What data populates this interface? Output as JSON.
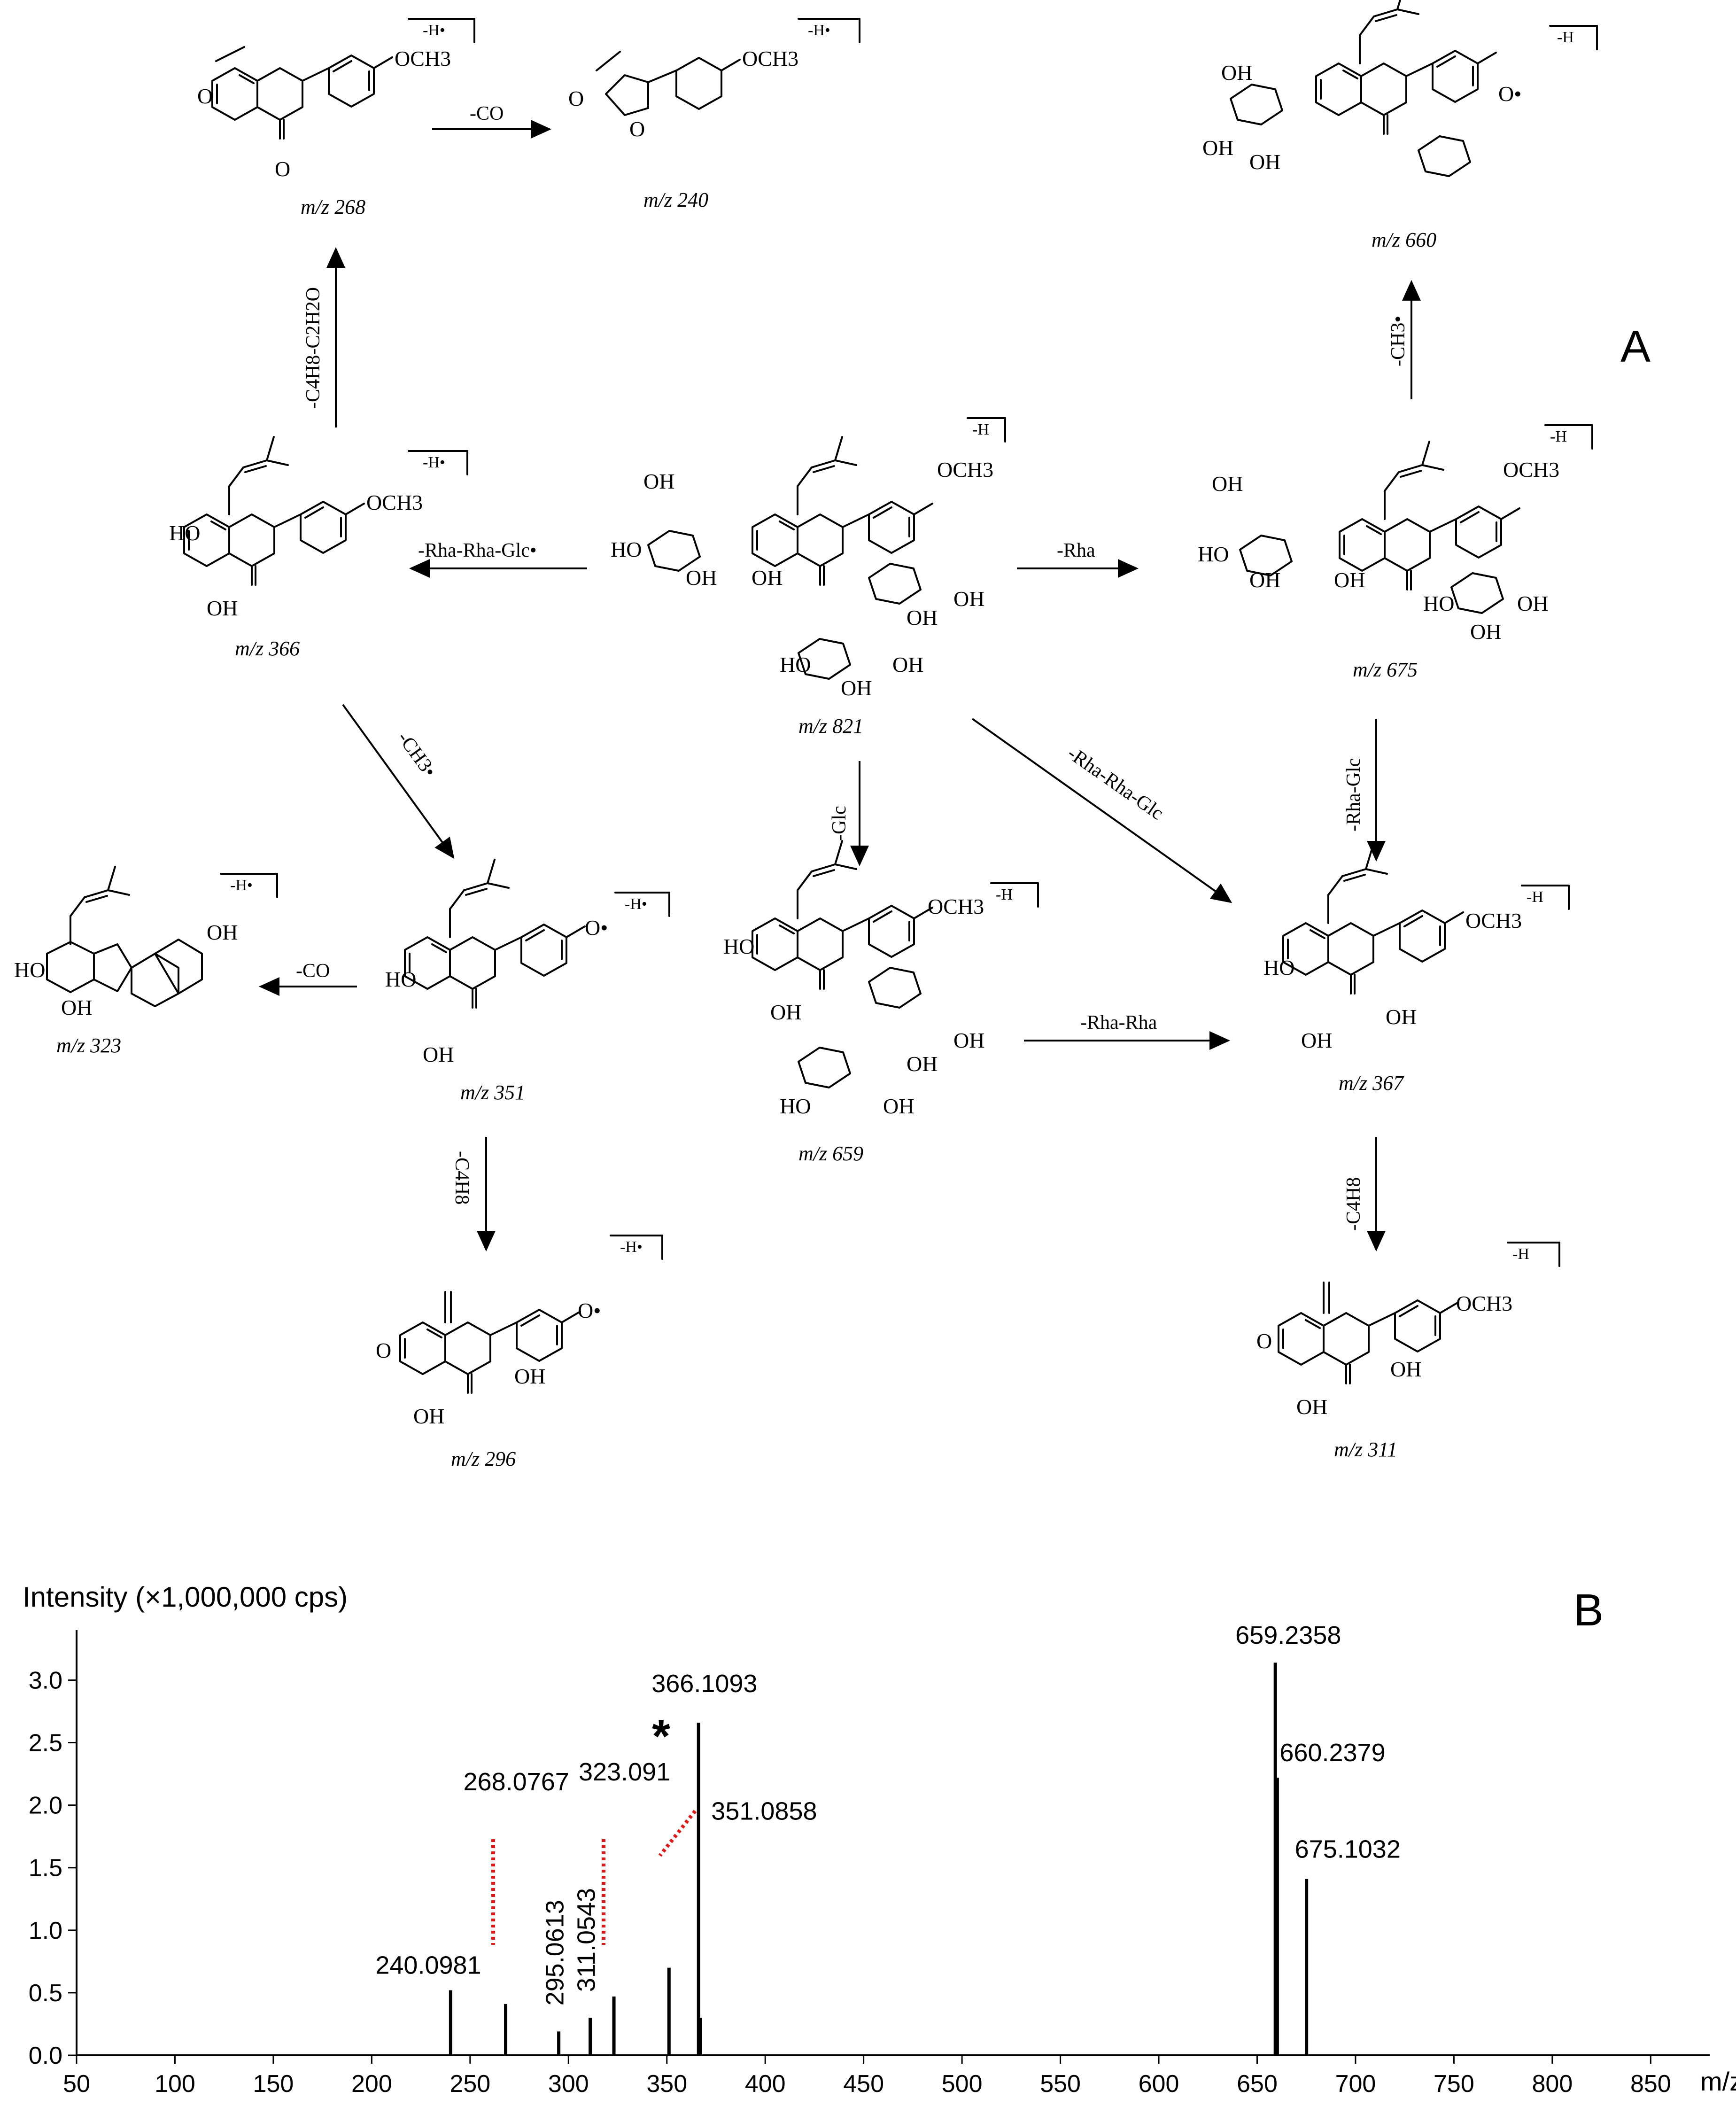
{
  "panels": {
    "a_label": "A",
    "b_label": "B"
  },
  "scheme": {
    "species": [
      {
        "id": "m821",
        "label": "m/z 821",
        "mz": "821",
        "charge": "-H",
        "substituents": [
          "OCH3"
        ]
      },
      {
        "id": "m675",
        "label": "m/z 675",
        "mz": "675",
        "charge": "-H",
        "substituents": [
          "OCH3"
        ]
      },
      {
        "id": "m660",
        "label": "m/z 660",
        "mz": "660",
        "charge": "-H",
        "substituents": [
          "O•"
        ]
      },
      {
        "id": "m659",
        "label": "m/z 659",
        "mz": "659",
        "charge": "-H",
        "substituents": [
          "OCH3"
        ]
      },
      {
        "id": "m367",
        "label": "m/z 367",
        "mz": "367",
        "charge": "-H",
        "substituents": [
          "OCH3"
        ]
      },
      {
        "id": "m311",
        "label": "m/z 311",
        "mz": "311",
        "charge": "-H",
        "substituents": [
          "OCH3"
        ]
      },
      {
        "id": "m366",
        "label": "m/z 366",
        "mz": "366",
        "charge": "-H•",
        "substituents": [
          "OCH3"
        ]
      },
      {
        "id": "m351",
        "label": "m/z 351",
        "mz": "351",
        "charge": "-H•",
        "substituents": [
          "O•"
        ]
      },
      {
        "id": "m323",
        "label": "m/z 323",
        "mz": "323",
        "charge": "-H•",
        "substituents": [
          "OH"
        ]
      },
      {
        "id": "m296",
        "label": "m/z 296",
        "mz": "296",
        "charge": "-H•",
        "substituents": [
          "O•"
        ]
      },
      {
        "id": "m268",
        "label": "m/z 268",
        "mz": "268",
        "charge": "-H•",
        "substituents": [
          "OCH3"
        ]
      },
      {
        "id": "m240",
        "label": "m/z 240",
        "mz": "240",
        "charge": "-H•",
        "substituents": [
          "OCH3"
        ]
      }
    ],
    "losses": [
      {
        "from": "m821",
        "to": "m675",
        "label": "-Rha"
      },
      {
        "from": "m821",
        "to": "m366",
        "label": "-Rha-Rha-Glc•"
      },
      {
        "from": "m821",
        "to": "m659",
        "label": "-Glc"
      },
      {
        "from": "m821",
        "to": "m367",
        "label": "-Rha-Rha-Glc"
      },
      {
        "from": "m675",
        "to": "m660",
        "label": "-CH3•"
      },
      {
        "from": "m675",
        "to": "m367",
        "label": "-Rha-Glc"
      },
      {
        "from": "m659",
        "to": "m367",
        "label": "-Rha-Rha"
      },
      {
        "from": "m367",
        "to": "m311",
        "label": "-C4H8"
      },
      {
        "from": "m366",
        "to": "m268",
        "label": "-C4H8-C2H2O"
      },
      {
        "from": "m366",
        "to": "m351",
        "label": "-CH3•"
      },
      {
        "from": "m351",
        "to": "m323",
        "label": "-CO"
      },
      {
        "from": "m351",
        "to": "m296",
        "label": "-C4H8"
      },
      {
        "from": "m268",
        "to": "m240",
        "label": "-CO"
      }
    ]
  },
  "chart_data": {
    "type": "bar",
    "ylabel": "Intensity (×1,000,000 cps)",
    "xlabel": "m/z",
    "xlim": [
      50,
      880
    ],
    "ylim": [
      0,
      3.4
    ],
    "xticks": [
      50,
      100,
      150,
      200,
      250,
      300,
      350,
      400,
      450,
      500,
      550,
      600,
      650,
      700,
      750,
      800,
      850
    ],
    "yticks": [
      "0.0",
      "0.5",
      "1.0",
      "1.5",
      "2.0",
      "2.5",
      "3.0"
    ],
    "peaks": [
      {
        "mz": 240.0981,
        "intensity": 0.52,
        "label": "240.0981"
      },
      {
        "mz": 268.0767,
        "intensity": 0.41,
        "label": "268.0767"
      },
      {
        "mz": 295.0613,
        "intensity": 0.19,
        "label": "295.0613"
      },
      {
        "mz": 311.0543,
        "intensity": 0.3,
        "label": "311.0543"
      },
      {
        "mz": 323.091,
        "intensity": 0.47,
        "label": "323.091"
      },
      {
        "mz": 351.0858,
        "intensity": 0.7,
        "label": "351.0858"
      },
      {
        "mz": 366.1093,
        "intensity": 2.66,
        "label": "366.1093"
      },
      {
        "mz": 367.11,
        "intensity": 0.3,
        "label": ""
      },
      {
        "mz": 659.2358,
        "intensity": 3.14,
        "label": "659.2358"
      },
      {
        "mz": 660.2379,
        "intensity": 2.22,
        "label": "660.2379"
      },
      {
        "mz": 675.1032,
        "intensity": 1.41,
        "label": "675.1032"
      }
    ],
    "marker": "*",
    "marker_peak": "366.1093"
  }
}
